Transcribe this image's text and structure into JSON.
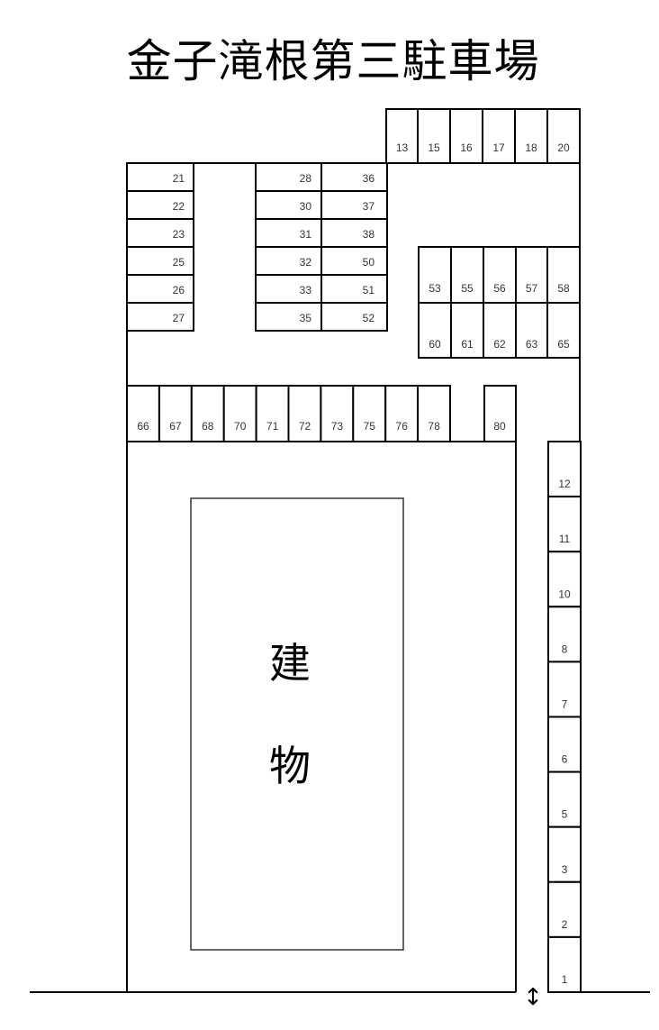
{
  "title": "金子滝根第三駐車場",
  "building": {
    "line1": "建",
    "line2": "物"
  },
  "entrance_icon": "up-down-arrow-icon",
  "slots": {
    "top_row": [
      "13",
      "15",
      "16",
      "17",
      "18",
      "20"
    ],
    "left_column": [
      "21",
      "22",
      "23",
      "25",
      "26",
      "27"
    ],
    "middle_left_column": [
      "28",
      "30",
      "31",
      "32",
      "33",
      "35"
    ],
    "middle_right_column": [
      "36",
      "37",
      "38",
      "50",
      "51",
      "52"
    ],
    "right_block_upper": [
      "53",
      "55",
      "56",
      "57",
      "58"
    ],
    "right_block_lower": [
      "60",
      "61",
      "62",
      "63",
      "65"
    ],
    "bottom_row": [
      "66",
      "67",
      "68",
      "70",
      "71",
      "72",
      "73",
      "75",
      "76",
      "78"
    ],
    "single": "80",
    "east_column": [
      "12",
      "11",
      "10",
      "8",
      "7",
      "6",
      "5",
      "3",
      "2",
      "1"
    ]
  }
}
